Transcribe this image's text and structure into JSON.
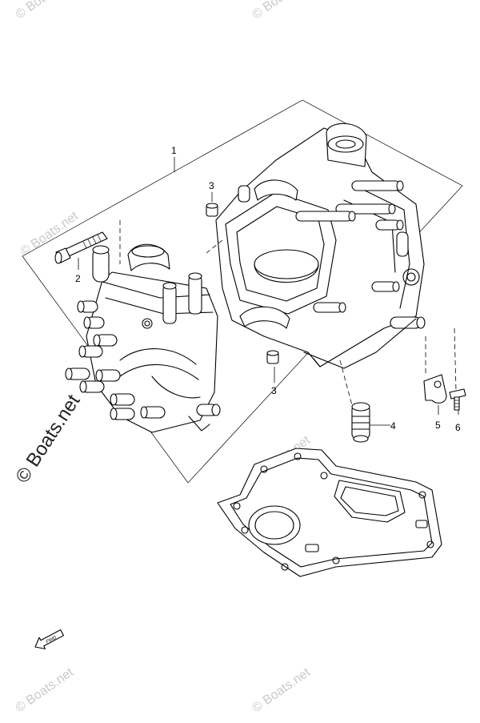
{
  "diagram": {
    "callouts": [
      "1",
      "2",
      "3",
      "3",
      "4",
      "5",
      "6"
    ],
    "fwd_label": "FWD",
    "watermark": "© Boats.net"
  }
}
